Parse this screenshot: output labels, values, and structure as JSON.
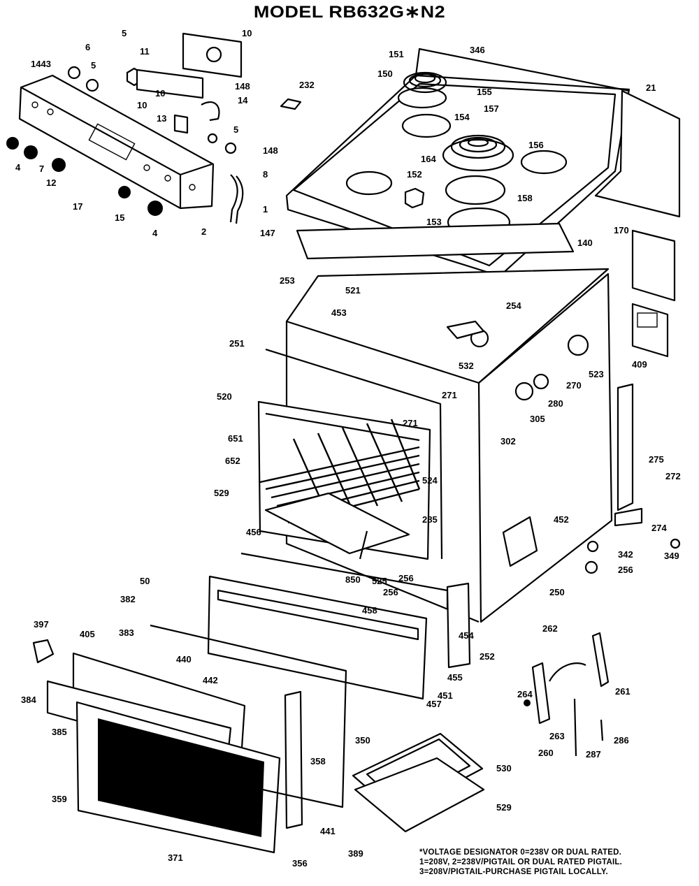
{
  "title": "MODEL RB632G∗N2",
  "labels": {
    "l_1443": "1443",
    "l_5a": "5",
    "l_6": "6",
    "l_5b": "5",
    "l_11": "11",
    "l_10": "10",
    "l_10b": "10",
    "l_13": "13",
    "l_14": "14",
    "l_148": "148",
    "l_5c": "5",
    "l_8": "8",
    "l_4a": "4",
    "l_7": "7",
    "l_12": "12",
    "l_17": "17",
    "l_15": "15",
    "l_4b": "4",
    "l_2": "2",
    "l_147": "147",
    "l_1": "1",
    "l_232": "232",
    "l_151": "151",
    "l_346": "346",
    "l_150": "150",
    "l_155": "155",
    "l_154": "154",
    "l_157": "157",
    "l_21": "21",
    "l_156": "156",
    "l_164": "164",
    "l_152": "152",
    "l_153": "153",
    "l_158": "158",
    "l_253": "253",
    "l_521": "521",
    "l_453": "453",
    "l_140": "140",
    "l_170": "170",
    "l_254": "254",
    "l_251": "251",
    "l_532": "532",
    "l_523": "523",
    "l_270": "270",
    "l_409": "409",
    "l_520": "520",
    "l_271a": "271",
    "l_271b": "271",
    "l_280": "280",
    "l_305": "305",
    "l_651": "651",
    "l_302": "302",
    "l_652": "652",
    "l_524": "524",
    "l_275": "275",
    "l_272": "272",
    "l_529": "529",
    "l_285": "285",
    "l_452": "452",
    "l_274": "274",
    "l_456": "456",
    "l_342": "342",
    "l_349": "349",
    "l_850": "850",
    "l_525": "525",
    "l_256a": "256",
    "l_256b": "256",
    "l_256c": "256",
    "l_250": "250",
    "l_50": "50",
    "l_382": "382",
    "l_458": "458",
    "l_454": "454",
    "l_262": "262",
    "l_397": "397",
    "l_405": "405",
    "l_383": "383",
    "l_440": "440",
    "l_252": "252",
    "l_442": "442",
    "l_455": "455",
    "l_264": "264",
    "l_261": "261",
    "l_384": "384",
    "l_457": "457",
    "l_451": "451",
    "l_385": "385",
    "l_350a": "350",
    "l_263": "263",
    "l_286": "286",
    "l_260": "260",
    "l_287": "287",
    "l_358": "358",
    "l_530": "530",
    "l_359": "359",
    "l_529b": "529",
    "l_441": "441",
    "l_371": "371",
    "l_356": "356",
    "l_389": "389"
  },
  "note": {
    "line1": "*VOLTAGE DESIGNATOR 0=238V OR DUAL RATED.",
    "line2": "1=208V, 2=238V/PIGTAIL OR DUAL RATED PIGTAIL.",
    "line3": "3=208V/PIGTAIL-PURCHASE PIGTAIL LOCALLY."
  }
}
